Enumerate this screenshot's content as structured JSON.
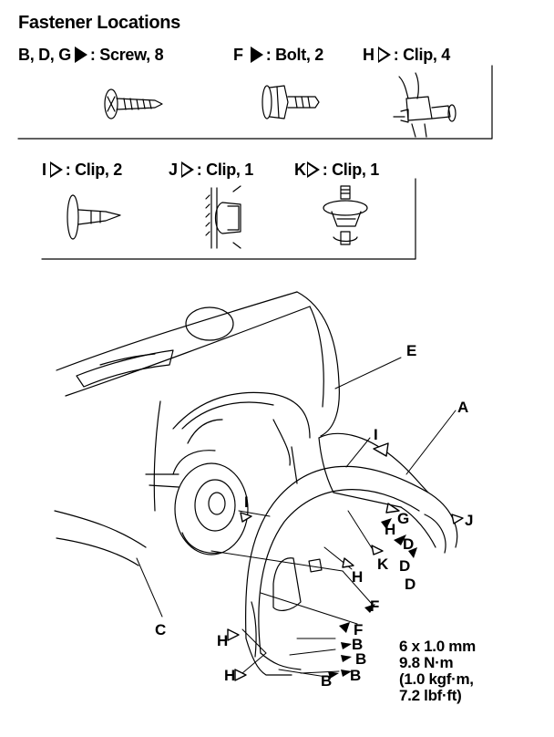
{
  "header": {
    "title": "Fastener Locations"
  },
  "legend_row1": [
    {
      "codes": "B, D, G",
      "marker": "solid",
      "desc": ": Screw, 8"
    },
    {
      "codes": "F",
      "marker": "solid",
      "desc": ": Bolt, 2"
    },
    {
      "codes": "H",
      "marker": "hollow",
      "desc": ": Clip, 4"
    }
  ],
  "legend_row2": [
    {
      "codes": "I",
      "marker": "hollow",
      "desc": ": Clip, 2"
    },
    {
      "codes": "J",
      "marker": "hollow",
      "desc": ": Clip, 1"
    },
    {
      "codes": "K",
      "marker": "hollow",
      "desc": ": Clip, 1"
    }
  ],
  "callouts": {
    "E": "E",
    "A": "A",
    "C": "C",
    "I1": "I",
    "I2": "I",
    "J": "J",
    "G": "G",
    "H1": "H",
    "H2": "H",
    "H3": "H",
    "H4": "H",
    "D1": "D",
    "D2": "D",
    "D3": "D",
    "K": "K",
    "F1": "F",
    "F2": "F",
    "B1": "B",
    "B2": "B",
    "B3": "B",
    "B4": "B"
  },
  "torque_spec": {
    "size": "6 x 1.0 mm",
    "nm": "9.8 N·m",
    "kgfm": "(1.0 kgf·m,",
    "lbfft": "7.2 lbf·ft)"
  }
}
